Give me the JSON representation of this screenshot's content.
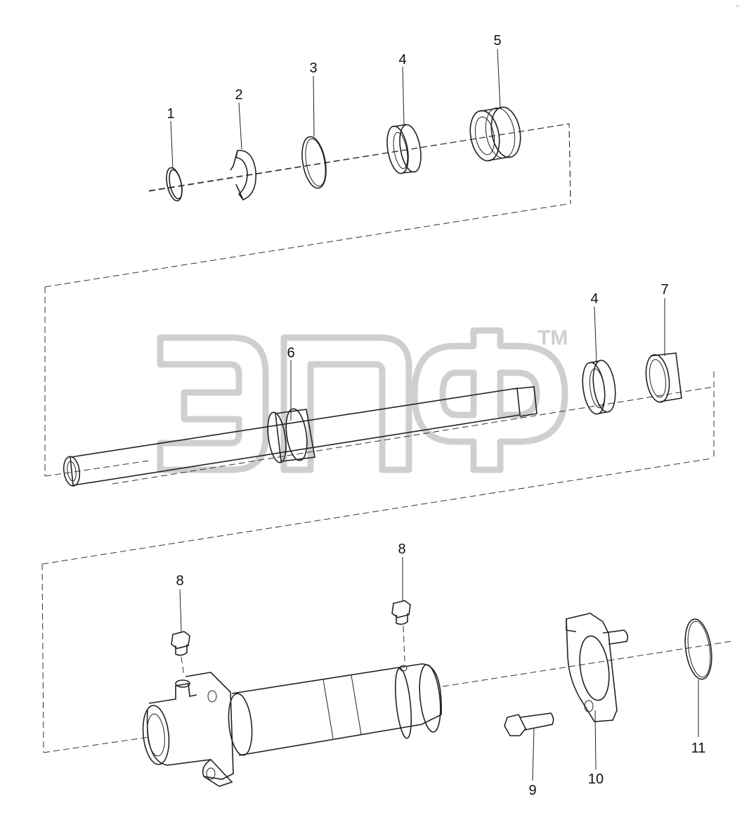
{
  "diagram": {
    "corner_mark": "²⁻",
    "watermark": {
      "trademark": "TM"
    },
    "callouts": [
      {
        "id": "c1",
        "text": "1"
      },
      {
        "id": "c2",
        "text": "2"
      },
      {
        "id": "c3",
        "text": "3"
      },
      {
        "id": "c4a",
        "text": "4"
      },
      {
        "id": "c5",
        "text": "5"
      },
      {
        "id": "c6",
        "text": "6"
      },
      {
        "id": "c4b",
        "text": "4"
      },
      {
        "id": "c7",
        "text": "7"
      },
      {
        "id": "c8a",
        "text": "8"
      },
      {
        "id": "c8b",
        "text": "8"
      },
      {
        "id": "c9",
        "text": "9"
      },
      {
        "id": "c10",
        "text": "10"
      },
      {
        "id": "c11",
        "text": "11"
      }
    ]
  }
}
